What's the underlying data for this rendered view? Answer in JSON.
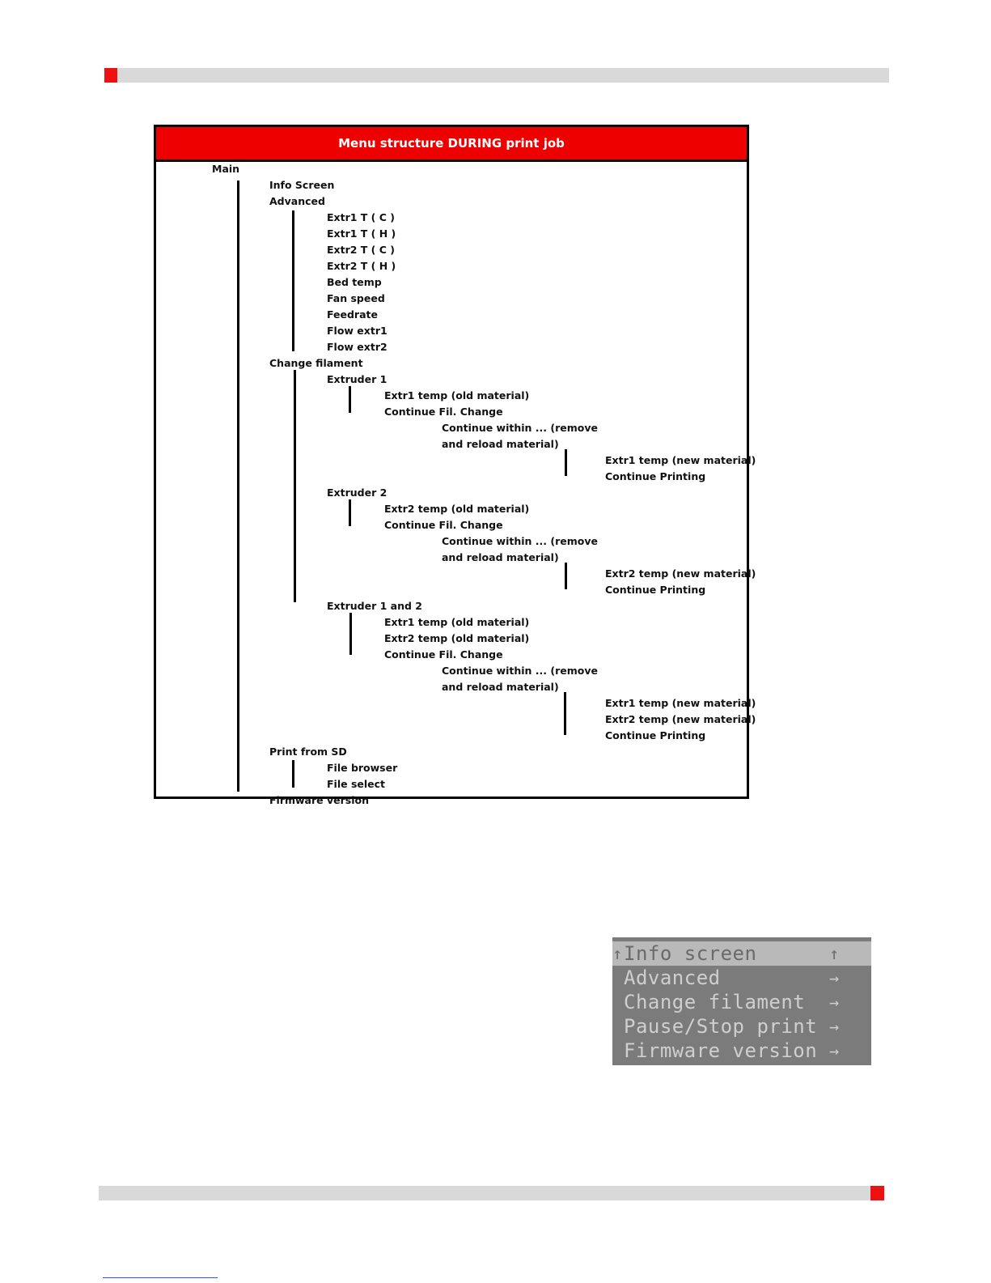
{
  "header": {
    "accent_color": "#ee1111",
    "bar_color": "#d9d9d9"
  },
  "menu_diagram": {
    "title": "Menu structure DURING print job",
    "root": "Main",
    "items": {
      "info_screen": "Info Screen",
      "advanced": "Advanced",
      "advanced_children": [
        "Extr1 T ( C )",
        "Extr1 T ( H )",
        "Extr2 T ( C )",
        "Extr2 T ( H )",
        "Bed temp",
        "Fan speed",
        "Feedrate",
        "Flow extr1",
        "Flow extr2"
      ],
      "change_filament": "Change filament",
      "extruder1": {
        "label": "Extruder 1",
        "old_temp": "Extr1 temp (old material)",
        "continue_change": "Continue Fil. Change",
        "continue_within_1": "Continue within ... (remove",
        "continue_within_2": "and reload material)",
        "new_temp": "Extr1 temp (new material)",
        "continue_printing": "Continue Printing"
      },
      "extruder2": {
        "label": "Extruder 2",
        "old_temp": "Extr2 temp (old material)",
        "continue_change": "Continue Fil. Change",
        "continue_within_1": "Continue within ... (remove",
        "continue_within_2": "and reload material)",
        "new_temp": "Extr2 temp (new material)",
        "continue_printing": "Continue Printing"
      },
      "extruder12": {
        "label": "Extruder 1 and 2",
        "old_temp1": "Extr1 temp (old material)",
        "old_temp2": "Extr2 temp (old material)",
        "continue_change": "Continue Fil. Change",
        "continue_within_1": "Continue within ... (remove",
        "continue_within_2": "and reload material)",
        "new_temp1": "Extr1 temp (new material)",
        "new_temp2": "Extr2 temp (new material)",
        "continue_printing": "Continue Printing"
      },
      "print_from_sd": "Print from SD",
      "file_browser": "File browser",
      "file_select": "File select",
      "firmware_version": "Firmware version"
    }
  },
  "lcd_screen": {
    "rows": [
      {
        "label": "Info screen",
        "arrow": "↑",
        "selected": true
      },
      {
        "label": "Advanced",
        "arrow": "→",
        "selected": false
      },
      {
        "label": "Change filament",
        "arrow": "→",
        "selected": false
      },
      {
        "label": "Pause/Stop print",
        "arrow": "→",
        "selected": false
      },
      {
        "label": "Firmware version",
        "arrow": "→",
        "selected": false
      }
    ],
    "caret": "↑"
  }
}
